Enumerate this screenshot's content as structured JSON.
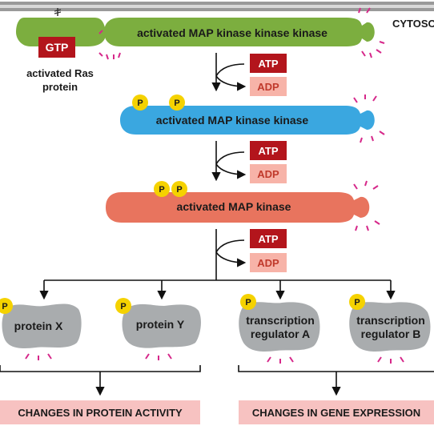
{
  "compartment_label": "CYTOSOL",
  "ras": {
    "gtp_label": "GTP",
    "caption_line1": "activated Ras",
    "caption_line2": "protein"
  },
  "kinases": {
    "mapkkk": "activated MAP kinase kinase kinase",
    "mapkk": "activated MAP kinase kinase",
    "mapk": "activated MAP kinase"
  },
  "atp_label": "ATP",
  "adp_label": "ADP",
  "phosphate_label": "P",
  "targets": {
    "protein_x": "protein X",
    "protein_y": "protein Y",
    "regulator_a_line1": "transcription",
    "regulator_a_line2": "regulator A",
    "regulator_b_line1": "transcription",
    "regulator_b_line2": "regulator B"
  },
  "outcomes": {
    "protein_activity": "CHANGES IN PROTEIN ACTIVITY",
    "gene_expression": "CHANGES IN GENE EXPRESSION"
  },
  "colors": {
    "green": "#7cae3f",
    "blue": "#3aa7e0",
    "salmon": "#e8745e",
    "grey": "#a9acae",
    "atp_red": "#b3151c",
    "adp_pink": "#f7b3a8",
    "phosphate_yellow": "#f5d200",
    "magenta": "#d6288a",
    "outcome_pink": "#f7c2c1"
  }
}
